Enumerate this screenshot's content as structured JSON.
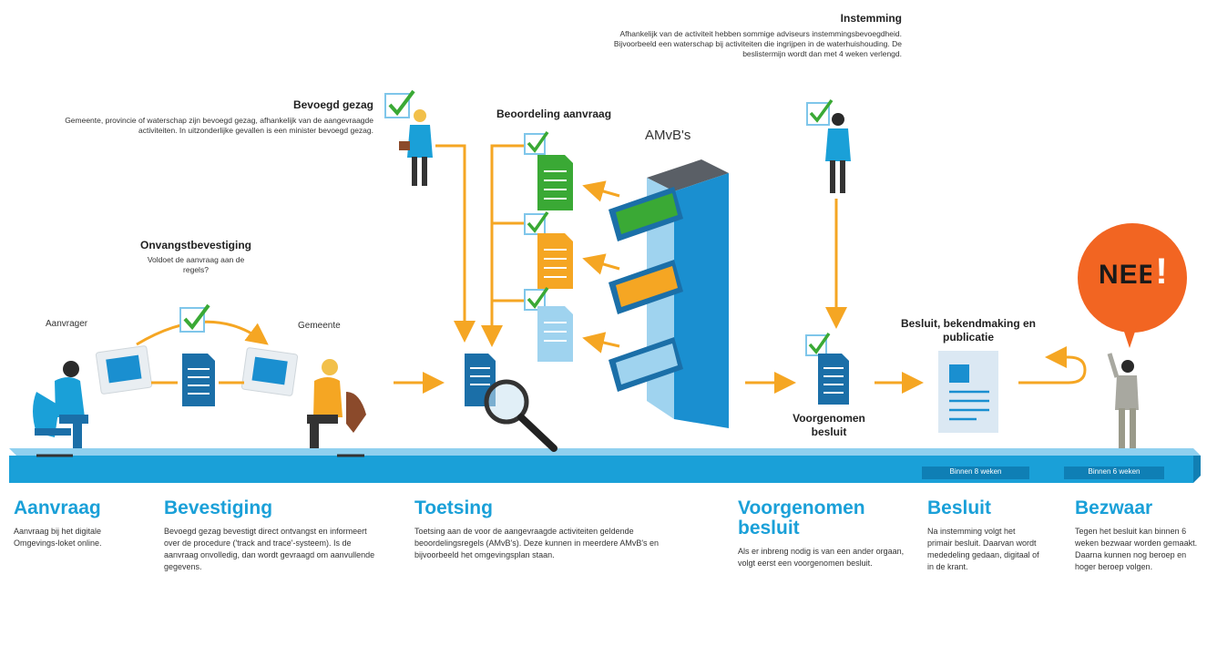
{
  "labels": {
    "instemming_title": "Instemming",
    "instemming_text": "Afhankelijk van de activiteit hebben sommige adviseurs instemmingsbevoegdheid. Bijvoorbeeld een waterschap bij activiteiten die ingrijpen in de waterhuishouding. De beslistermijn wordt dan met 4 weken verlengd.",
    "bevoegd_title": "Bevoegd gezag",
    "bevoegd_text": "Gemeente, provincie of waterschap zijn bevoegd gezag, afhankelijk van de aangevraagde activiteiten. In uitzonderlijke gevallen is een minister bevoegd gezag.",
    "beoordeling_title": "Beoordeling aanvraag",
    "amvb_label": "AMvB's",
    "ontvangst_title": "Onvangstbevestiging",
    "ontvangst_text": "Voldoet de aanvraag aan de regels?",
    "aanvrager": "Aanvrager",
    "gemeente": "Gemeente",
    "besluit_bekend": "Besluit, bekendmaking en publicatie",
    "voorgenomen_besluit": "Voorgenomen besluit",
    "nee": "NEE",
    "nee_bang": "!"
  },
  "timeline": {
    "tag_besluit": "Binnen 8 weken",
    "tag_bezwaar": "Binnen 6 weken"
  },
  "stages": [
    {
      "title": "Aanvraag",
      "text": "Aanvraag bij het digitale Omgevings-loket online."
    },
    {
      "title": "Bevestiging",
      "text": "Bevoegd gezag bevestigt direct ontvangst en informeert over de procedure ('track and trace'-systeem). Is de aanvraag onvolledig, dan wordt gevraagd om aanvullende gegevens."
    },
    {
      "title": "Toetsing",
      "text": "Toetsing aan de voor de aangevraagde activiteiten geldende beoordelingsregels (AMvB's). Deze kunnen in meerdere AMvB's en bijvoorbeeld het omgevingsplan staan."
    },
    {
      "title": "Voorgenomen besluit",
      "text": "Als er inbreng nodig is van een ander orgaan, volgt eerst een voorgenomen besluit."
    },
    {
      "title": "Besluit",
      "text": "Na instemming volgt het primair besluit. Daarvan wordt mededeling gedaan, digitaal of in de krant."
    },
    {
      "title": "Bezwaar",
      "text": "Tegen het besluit kan binnen 6 weken bezwaar worden gemaakt. Daarna kunnen nog beroep en hoger beroep volgen."
    }
  ],
  "colors": {
    "blue": "#1aa0d8",
    "darkblue": "#1b6fa8",
    "green": "#3aa935",
    "orange": "#f5a623",
    "lightblue": "#9fd3ef",
    "red_bubble": "#f26522"
  }
}
